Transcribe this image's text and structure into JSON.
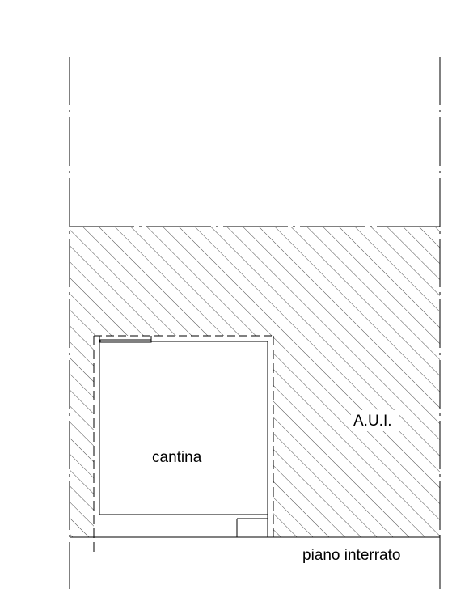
{
  "labels": {
    "room": "cantina",
    "common_area": "A.U.I.",
    "floor": "piano interrato"
  },
  "colors": {
    "line": "#000000",
    "background": "#ffffff",
    "hatch": "#000000"
  }
}
